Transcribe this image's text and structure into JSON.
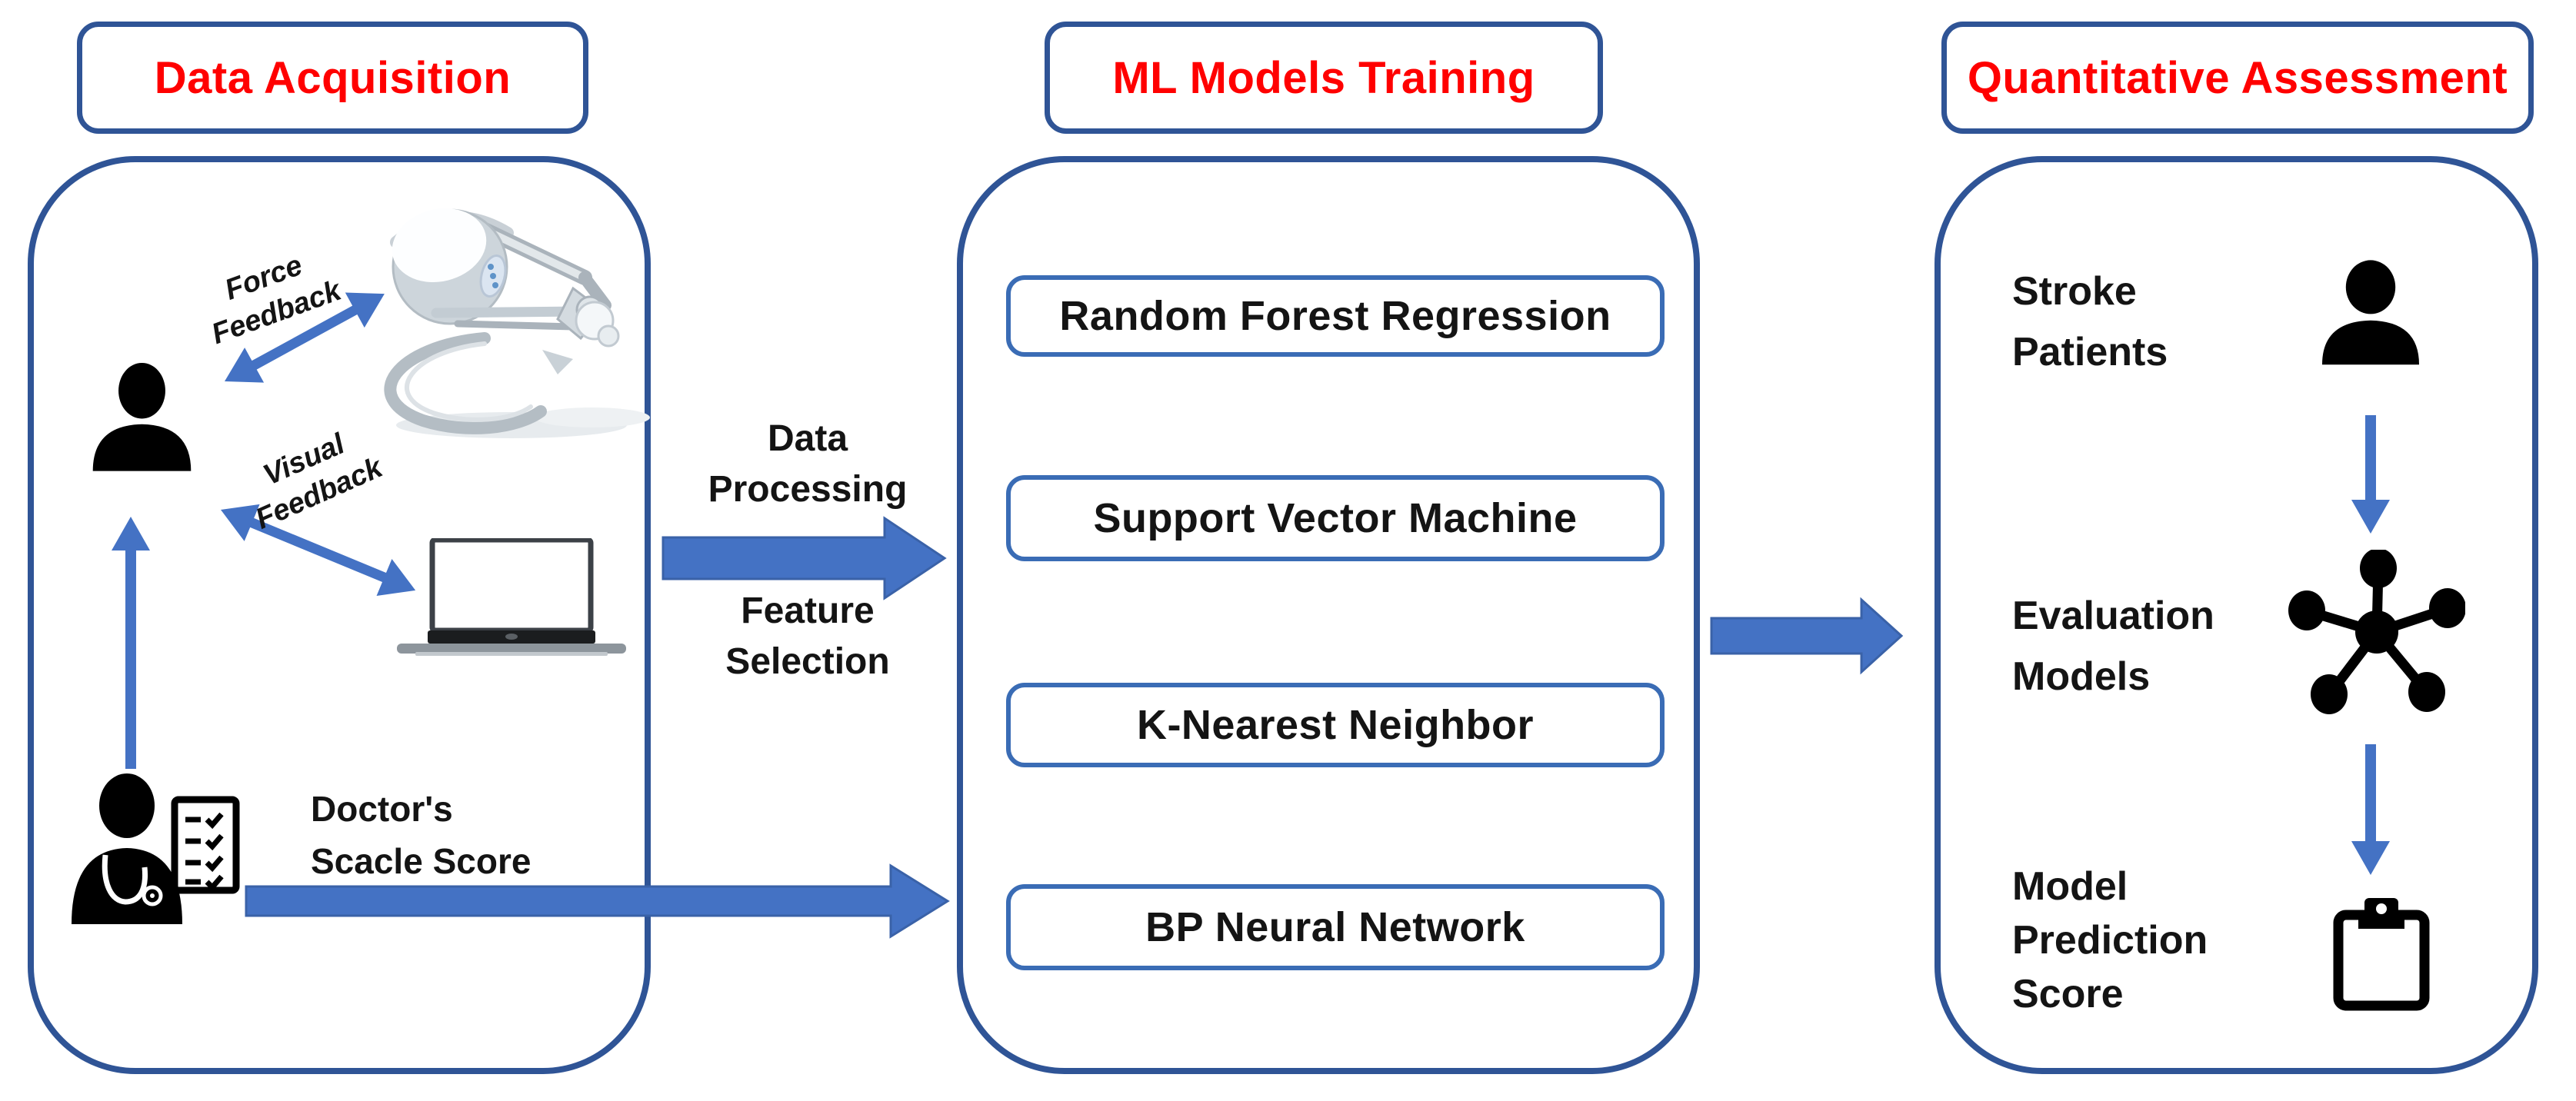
{
  "colors": {
    "container_border": "#2F5496",
    "model_box_border": "#3A6CB5",
    "arrow_blue": "#4472C4",
    "arrow_outline": "#3A62A8",
    "header_text": "#FF0000",
    "body_text": "#141414",
    "icon_black": "#000000"
  },
  "headers": {
    "acquisition": "Data Acquisition",
    "training": "ML Models Training",
    "assessment": "Quantitative Assessment"
  },
  "acquisition": {
    "force_feedback": {
      "line1": "Force",
      "line2": "Feedback"
    },
    "visual_feedback": {
      "line1": "Visual",
      "line2": "Feedback"
    },
    "doctor_score": {
      "line1": "Doctor's",
      "line2": "Scacle Score"
    },
    "icons": {
      "operator": "person-icon",
      "robot": "haptic-robot-image",
      "laptop": "laptop-icon",
      "doctor": "doctor-clipboard-icon"
    }
  },
  "processing_step": {
    "top": {
      "line1": "Data",
      "line2": "Processing"
    },
    "bottom": {
      "line1": "Feature",
      "line2": "Selection"
    }
  },
  "training": {
    "models": [
      "Random Forest Regression",
      "Support Vector Machine",
      "K-Nearest Neighbor",
      "BP Neural Network"
    ]
  },
  "assessment": {
    "rows": [
      {
        "lines": [
          "Stroke",
          "Patients"
        ],
        "icon": "patient-icon"
      },
      {
        "lines": [
          "Evaluation",
          "Models"
        ],
        "icon": "network-hub-icon"
      },
      {
        "lines": [
          "Model",
          "Prediction",
          "Score"
        ],
        "icon": "clipboard-icon"
      }
    ]
  }
}
